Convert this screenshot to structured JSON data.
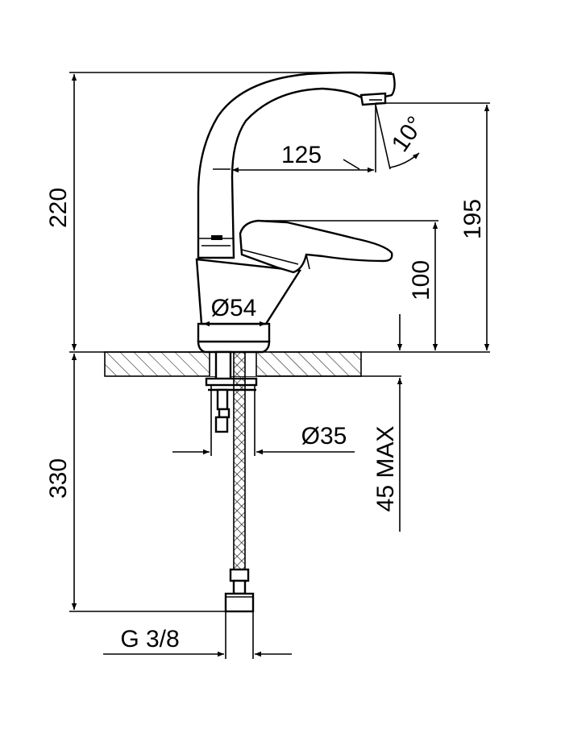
{
  "dimensions": {
    "height_total": "220",
    "spout_reach": "125",
    "spout_angle": "10°",
    "outlet_height": "195",
    "lever_height": "100",
    "base_diameter": "Ø54",
    "hole_diameter": "Ø35",
    "counter_thickness": "45 MAX",
    "hose_length": "330",
    "thread": "G 3/8"
  }
}
